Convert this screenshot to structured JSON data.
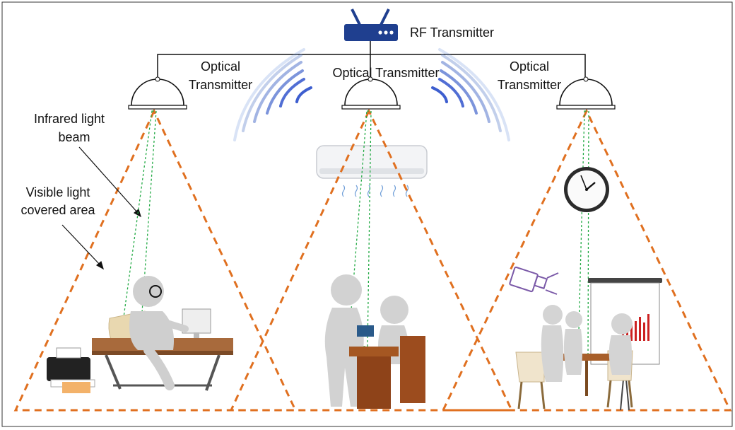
{
  "labels": {
    "rf_transmitter": "RF Transmitter",
    "optical_left": [
      "Optical",
      "Transmitter"
    ],
    "optical_center": "Optical Transmitter",
    "optical_right": [
      "Optical",
      "Transmitter"
    ],
    "infrared": [
      "Infrared light",
      "beam"
    ],
    "visible": [
      "Visible light",
      "covered area"
    ]
  },
  "colors": {
    "visible_cone": "#e07020",
    "infrared_beam": "#22aa44",
    "rf_waves": "#3355cc",
    "router": "#1f3f8f",
    "frame": "#333333"
  }
}
